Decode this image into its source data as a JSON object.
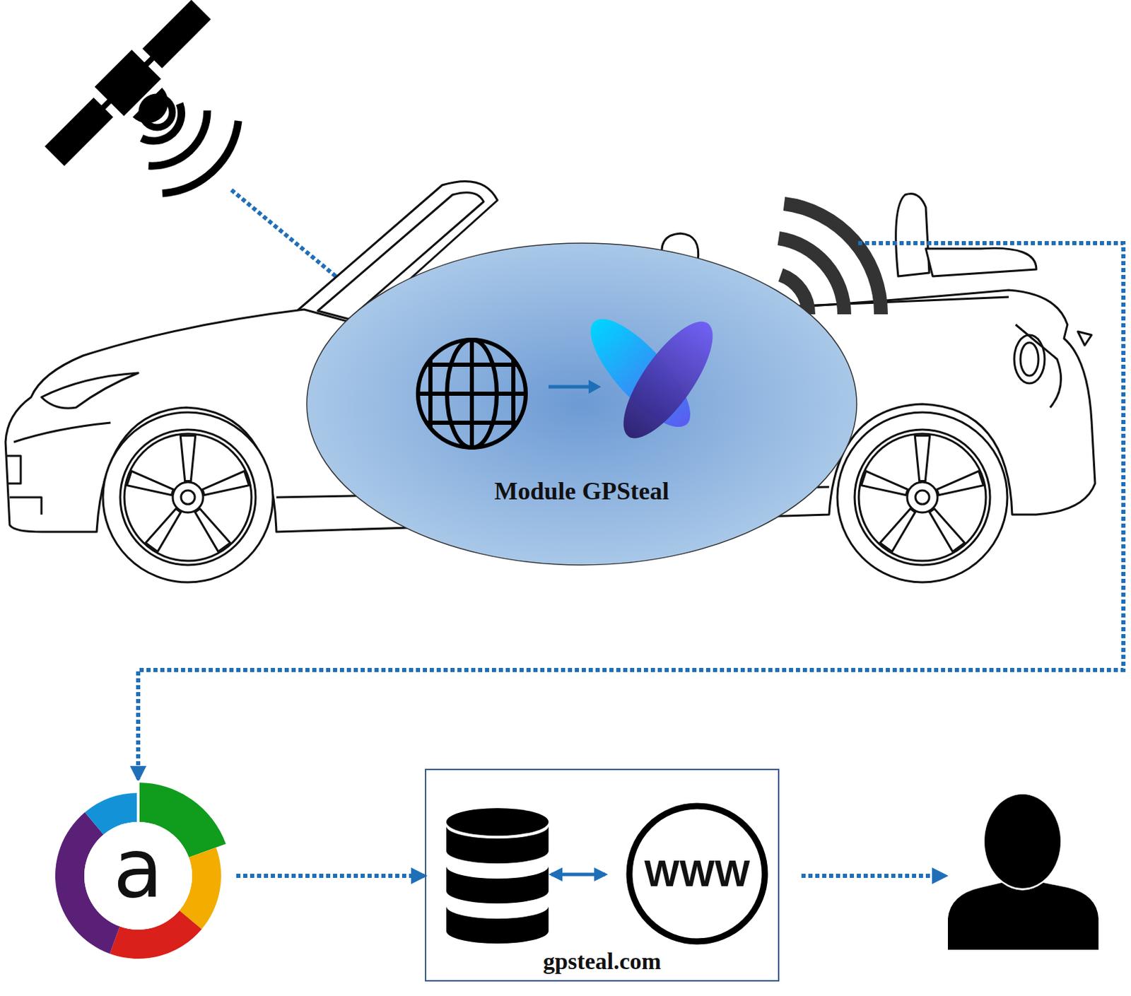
{
  "diagram": {
    "nodes": [
      {
        "text": [
          "Module GPSteal"
        ]
      },
      {
        "text": [
          "a"
        ]
      },
      {
        "text": [
          "gpsteal.com"
        ]
      },
      {
        "text": [
          "WWW"
        ],
        "in": 2
      }
    ],
    "edges": [
      {
        "from": 0,
        "to": 1,
        "arrow": "to"
      },
      {
        "from": 1,
        "to": 2,
        "arrow": "to"
      }
    ]
  }
}
